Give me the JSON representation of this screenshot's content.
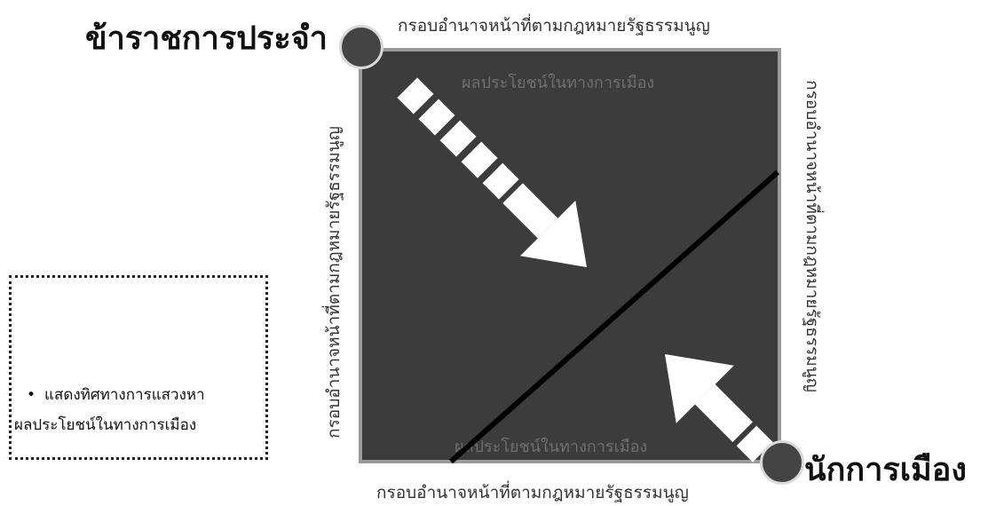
{
  "titles": {
    "left_actor": "ข้าราชการประจำ",
    "right_actor": "นักการเมือง"
  },
  "frame_captions": {
    "top": "กรอบอำนาจหน้าที่ตามกฎหมายรัฐธรรมนูญ",
    "bottom": "กรอบอำนาจหน้าที่ตามกฎหมายรัฐธรรมนูญ",
    "left": "กรอบอำนาจหน้าที่ตามกฎหมายรัฐธรรมนูญ",
    "right": "กรอบอำนาจหน้าที่ตามกฎหมายรัฐธรรมนูญ"
  },
  "inner_labels": {
    "top": "ผลประโยชน์ในทางการเมือง",
    "bottom": "ผลประโยชน์ในทางการเมือง"
  },
  "legend": {
    "bullet": "•",
    "line1": "แสดงทิศทางการแสวงหา",
    "line2": "ผลประโยชน์ในทางการเมือง"
  },
  "colors": {
    "box_fill": "#3c3c3c",
    "arrow_fill": "#ffffff",
    "divider_line": "#000000",
    "legend_arrow": "#000000"
  }
}
